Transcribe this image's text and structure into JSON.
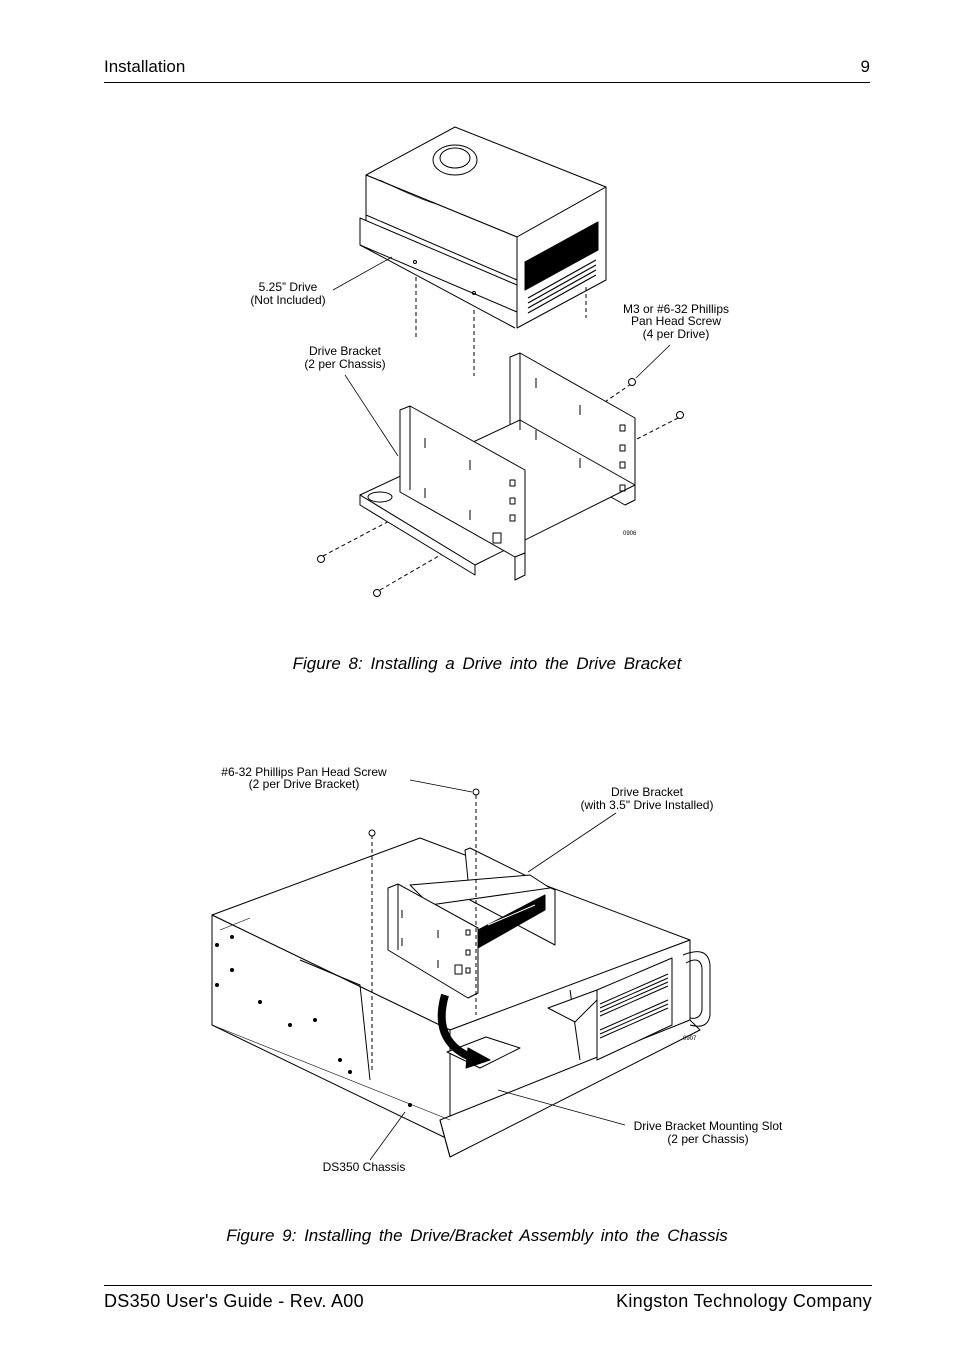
{
  "header": {
    "title": "Installation",
    "page_number": "9"
  },
  "figure8": {
    "caption": "Figure 8:   Installing a Drive into the Drive Bracket",
    "labels": {
      "drive_line1": "5.25” Drive",
      "drive_line2": "(Not Included)",
      "bracket_line1": "Drive Bracket",
      "bracket_line2": "(2 per Chassis)",
      "screw_line1": "M3 or #6-32 Phillips",
      "screw_line2": "Pan Head Screw",
      "screw_line3": "(4 per Drive)",
      "code": "0906"
    }
  },
  "figure9": {
    "caption": "Figure 9:   Installing the Drive/Bracket Assembly into the Chassis",
    "labels": {
      "screw_line1": "#6-32 Phillips Pan Head Screw",
      "screw_line2": "(2 per Drive Bracket)",
      "bracket_line1": "Drive Bracket",
      "bracket_line2": "(with 3.5\" Drive Installed)",
      "slot_line1": "Drive Bracket Mounting Slot",
      "slot_line2": "(2 per Chassis)",
      "chassis": "DS350 Chassis",
      "code": "0907"
    }
  },
  "footer": {
    "left": "DS350 User's Guide - Rev. A00",
    "right": "Kingston Technology Company"
  }
}
